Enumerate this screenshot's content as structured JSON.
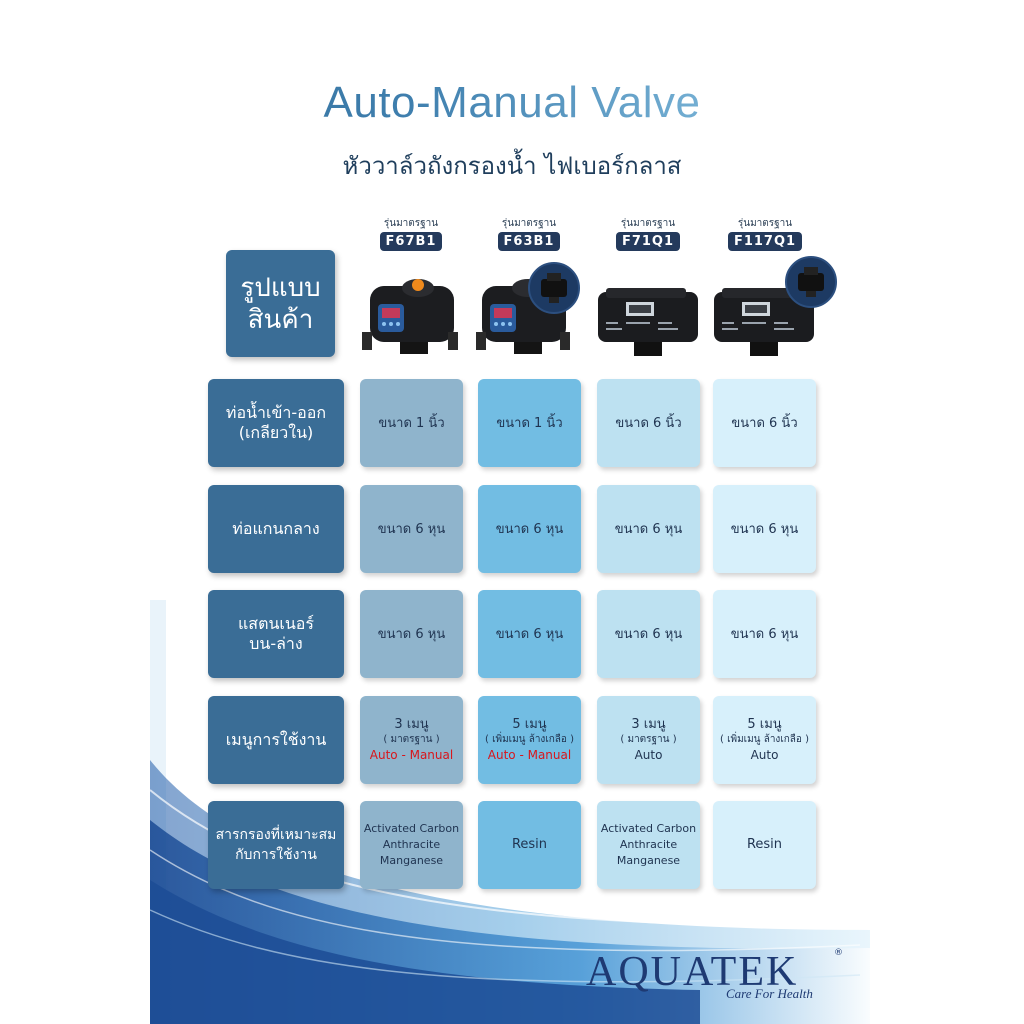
{
  "title": "Auto-Manual Valve",
  "subtitle": "หัววาล์วถังกรองน้ำ ไฟเบอร์กลาส",
  "header": {
    "product_label": "รูปแบบ\nสินค้า"
  },
  "models": [
    {
      "standard": "รุ่นมาตรฐาน",
      "code": "F67B1"
    },
    {
      "standard": "รุ่นมาตรฐาน",
      "code": "F63B1"
    },
    {
      "standard": "รุ่นมาตรฐาน",
      "code": "F71Q1"
    },
    {
      "standard": "รุ่นมาตรฐาน",
      "code": "F117Q1"
    }
  ],
  "rows": [
    {
      "label": "ท่อน้ำเข้า-ออก\n(เกลียวใน)",
      "values": [
        "ขนาด 1 นิ้ว",
        "ขนาด 1 นิ้ว",
        "ขนาด 6 นิ้ว",
        "ขนาด 6 นิ้ว"
      ]
    },
    {
      "label": "ท่อแกนกลาง",
      "values": [
        "ขนาด 6 หุน",
        "ขนาด 6 หุน",
        "ขนาด 6 หุน",
        "ขนาด 6 หุน"
      ]
    },
    {
      "label": "แสตนเนอร์\nบน-ล่าง",
      "values": [
        "ขนาด 6 หุน",
        "ขนาด 6 หุน",
        "ขนาด 6 หุน",
        "ขนาด 6 หุน"
      ]
    },
    {
      "label": "เมนูการใช้งาน",
      "menus": [
        {
          "count": "3 เมนู",
          "note": "( มาตรฐาน )",
          "mode": "Auto - Manual",
          "red": true
        },
        {
          "count": "5 เมนู",
          "note": "( เพิ่มเมนู ล้างเกลือ )",
          "mode": "Auto - Manual",
          "red": true
        },
        {
          "count": "3 เมนู",
          "note": "( มาตรฐาน )",
          "mode": "Auto",
          "red": false
        },
        {
          "count": "5 เมนู",
          "note": "( เพิ่มเมนู ล้างเกลือ )",
          "mode": "Auto",
          "red": false
        }
      ]
    },
    {
      "label": "สารกรองที่เหมาะสม\nกับการใช้งาน",
      "media": [
        [
          "Activated Carbon",
          "Anthracite",
          "Manganese"
        ],
        [
          "Resin"
        ],
        [
          "Activated Carbon",
          "Anthracite",
          "Manganese"
        ],
        [
          "Resin"
        ]
      ]
    }
  ],
  "brand": {
    "name": "AQUATEK",
    "registered": "®",
    "tagline": "Care For Health"
  },
  "colors": {
    "label_bg": "#3a6d96",
    "col1": "#8fb4cc",
    "col2": "#72bde3",
    "col3": "#bde1f1",
    "col4": "#d7f0fb",
    "accent_red": "#d8161c",
    "brand": "#1e3a73"
  },
  "icons": [
    "valve-device-image",
    "valve-inset-image",
    "wave-decoration"
  ]
}
